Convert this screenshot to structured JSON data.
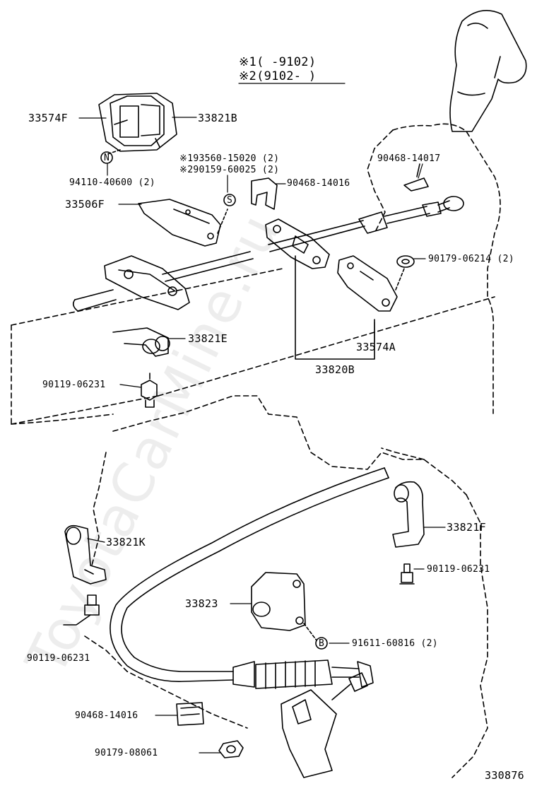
{
  "legend": {
    "note1_mark": "※1",
    "note1_text": "(     -9102)",
    "note2_mark": "※2",
    "note2_text": "(9102-      )"
  },
  "parts": {
    "p33574F": "33574F",
    "p33821B": "33821B",
    "p94110": "94110-40600 (2)",
    "p93560": "93560-15020 (2)",
    "p90159": "90159-60025 (2)",
    "p90468_14017": "90468-14017",
    "p90468_14016_top": "90468-14016",
    "p33506F": "33506F",
    "p90179_06214": "90179-06214 (2)",
    "p33821E": "33821E",
    "p33574A": "33574A",
    "p33820B": "33820B",
    "p90119_06231_top": "90119-06231",
    "p33821K": "33821K",
    "p33821F": "33821F",
    "p90119_06231_right": "90119-06231",
    "p33823": "33823",
    "p91611": "91611-60816 (2)",
    "p90119_06231_left": "90119-06231",
    "p90468_14016_bottom": "90468-14016",
    "p90179_08061": "90179-08061"
  },
  "callouts": {
    "n": "N",
    "s": "S",
    "b": "B",
    "mark1": "※1",
    "mark2": "※2"
  },
  "diagram_number": "330876",
  "watermark": "ToyotaCarMine.ru"
}
